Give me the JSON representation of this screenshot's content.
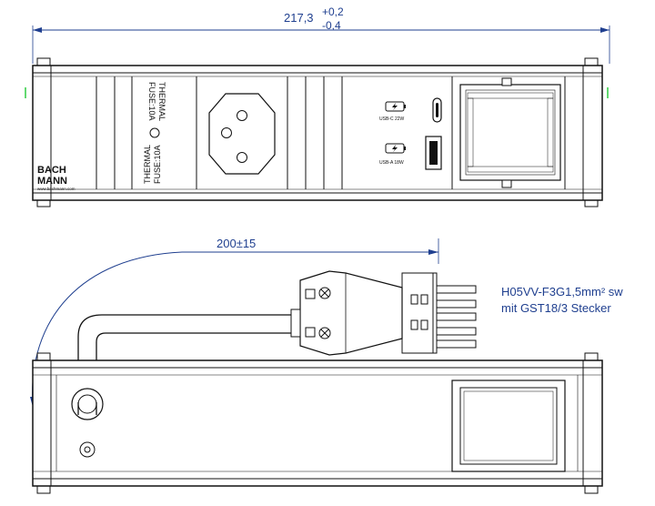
{
  "dimensions": {
    "width_main": "217,3",
    "width_tol_plus": "+0,2",
    "width_tol_minus": "-0,4",
    "cable_length": "200±15"
  },
  "cable_note": {
    "line1": "H05VV-F3G1,5mm² sw",
    "line2": "mit GST18/3  Stecker"
  },
  "front_view": {
    "fuse_label_a_line1": "THERMAL",
    "fuse_label_a_line2": "FUSE:10A",
    "fuse_label_b_line1": "THERMAL",
    "fuse_label_b_line2": "FUSE:10A",
    "usb_c_label": "USB-C 22W",
    "usb_a_label": "USB-A 18W",
    "brand_line1": "BACH",
    "brand_line2": "MANN",
    "brand_url": "www.bachmann.com"
  },
  "colors": {
    "dimension": "#1f3f8f",
    "accent_green": "#2ecc40",
    "line": "#111111"
  }
}
